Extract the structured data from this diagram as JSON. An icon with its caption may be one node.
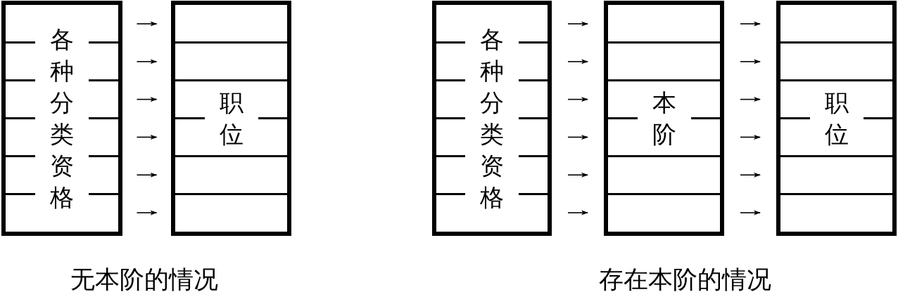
{
  "diagram": {
    "nodes": [
      {
        "text": [
          "各种分类资格"
        ]
      },
      {
        "text": [
          "职位"
        ]
      },
      {
        "text": [
          "各种分类资格"
        ]
      },
      {
        "text": [
          "本阶"
        ]
      },
      {
        "text": [
          "职位"
        ]
      }
    ],
    "edges": [
      {
        "from": 0,
        "to": 1,
        "arrow": "to"
      },
      {
        "from": 0,
        "to": 1,
        "arrow": "to"
      },
      {
        "from": 0,
        "to": 1,
        "arrow": "to"
      },
      {
        "from": 0,
        "to": 1,
        "arrow": "to"
      },
      {
        "from": 0,
        "to": 1,
        "arrow": "to"
      },
      {
        "from": 0,
        "to": 1,
        "arrow": "to"
      },
      {
        "from": 2,
        "to": 3,
        "arrow": "to"
      },
      {
        "from": 2,
        "to": 3,
        "arrow": "to"
      },
      {
        "from": 2,
        "to": 3,
        "arrow": "to"
      },
      {
        "from": 2,
        "to": 3,
        "arrow": "to"
      },
      {
        "from": 2,
        "to": 3,
        "arrow": "to"
      },
      {
        "from": 2,
        "to": 3,
        "arrow": "to"
      },
      {
        "from": 3,
        "to": 4,
        "arrow": "to"
      },
      {
        "from": 3,
        "to": 4,
        "arrow": "to"
      },
      {
        "from": 3,
        "to": 4,
        "arrow": "to"
      },
      {
        "from": 3,
        "to": 4,
        "arrow": "to"
      },
      {
        "from": 3,
        "to": 4,
        "arrow": "to"
      },
      {
        "from": 3,
        "to": 4,
        "arrow": "to"
      }
    ],
    "labels": [
      "无本阶的情况",
      "存在本阶的情况"
    ]
  }
}
